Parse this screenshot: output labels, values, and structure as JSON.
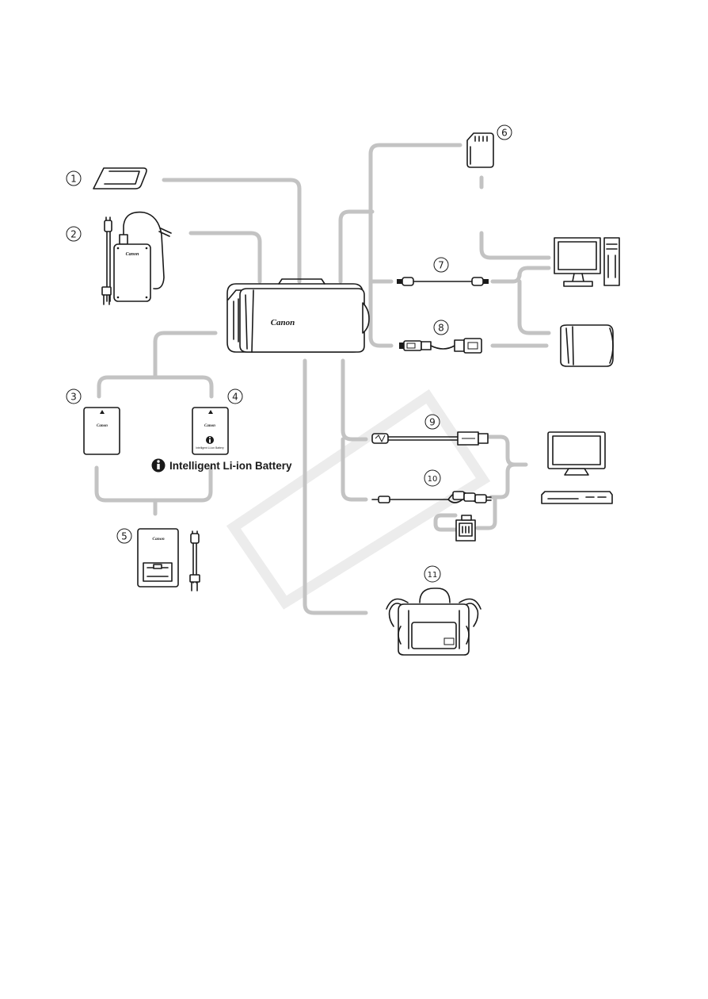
{
  "diagram": {
    "brand": "Canon",
    "battery_label": "Intelligent Li-ion Battery",
    "items": [
      {
        "number": "①",
        "name": "Wrist strap"
      },
      {
        "number": "②",
        "name": "Compact power adapter"
      },
      {
        "number": "③",
        "name": "Battery pack"
      },
      {
        "number": "④",
        "name": "Intelligent battery pack"
      },
      {
        "number": "⑤",
        "name": "Battery charger"
      },
      {
        "number": "⑥",
        "name": "Memory card"
      },
      {
        "number": "⑦",
        "name": "USB cable"
      },
      {
        "number": "⑧",
        "name": "Card reader cable"
      },
      {
        "number": "⑨",
        "name": "HDMI cable"
      },
      {
        "number": "⑩",
        "name": "Stereo video cable"
      },
      {
        "number": "⑪",
        "name": "Soft carrying case"
      }
    ],
    "devices": [
      "computer",
      "photo-printer",
      "tv",
      "vcr",
      "scart-adapter"
    ]
  }
}
